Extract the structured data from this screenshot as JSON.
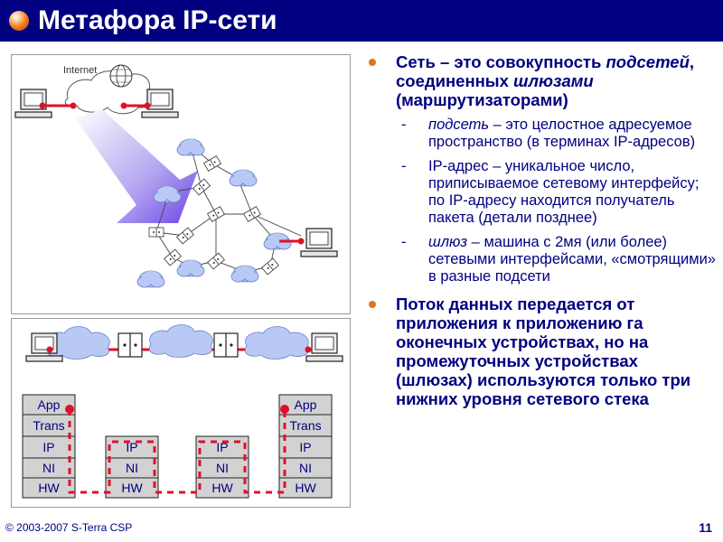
{
  "title": "Метафора IP-сети",
  "diagram1": {
    "internet_label": "Internet"
  },
  "stack_left": [
    "App",
    "Trans",
    "IP",
    "NI",
    "HW"
  ],
  "stack_router1": [
    "IP",
    "NI",
    "HW"
  ],
  "stack_router2": [
    "IP",
    "NI",
    "HW"
  ],
  "stack_right": [
    "App",
    "Trans",
    "IP",
    "NI",
    "HW"
  ],
  "bullets": [
    {
      "parts": [
        {
          "text": "Сеть – это совокупность ",
          "style": "normal"
        },
        {
          "text": "подсетей",
          "style": "italic"
        },
        {
          "text": ", соединенных ",
          "style": "normal"
        },
        {
          "text": "шлюзами",
          "style": "italic"
        },
        {
          "text": " (маршрутизаторами)",
          "style": "normal"
        }
      ],
      "subs": [
        [
          {
            "text": "подсеть",
            "style": "italic"
          },
          {
            "text": " – это целостное адресуемое пространство (в терминах IP-адресов)",
            "style": "normal"
          }
        ],
        [
          {
            "text": "IP-адрес – уникальное число, приписываемое сетевому интерфейсу; по IP-адресу находится получатель пакета (детали позднее)",
            "style": "normal"
          }
        ],
        [
          {
            "text": "шлюз",
            "style": "italic"
          },
          {
            "text": " – машина с 2мя (или более) сетевыми интерфейсами, «смотрящими» в разные подсети",
            "style": "normal"
          }
        ]
      ]
    },
    {
      "parts": [
        {
          "text": "Поток данных передается от приложения к приложению га оконечных устройствах, но на промежуточных устройствах (шлюзах) используются только три нижних уровня сетевого стека",
          "style": "normal"
        }
      ],
      "subs": []
    }
  ],
  "footer": {
    "copyright": "© 2003-2007  S-Terra CSP",
    "page": "11"
  },
  "colors": {
    "title_bg": "#000080",
    "text": "#000080",
    "bullet": "#e0741a",
    "link": "#e0102a",
    "layer_fill": "#d2d2d2",
    "cloud": "#b9c9f5"
  }
}
